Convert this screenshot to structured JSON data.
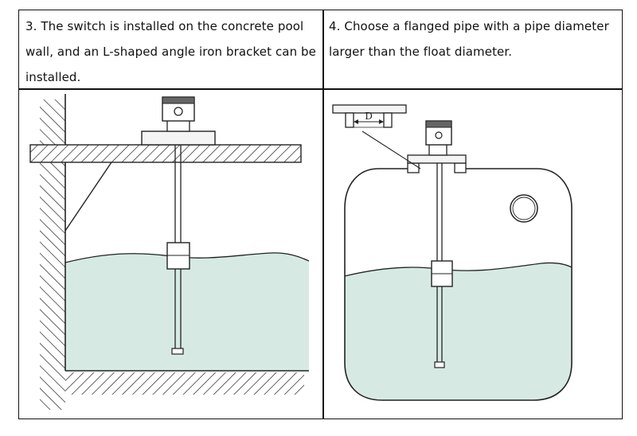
{
  "captions": {
    "step3": "3. The switch is installed on the concrete pool wall, and an L-shaped angle iron bracket can be installed.",
    "step4": "4. Choose a flanged pipe with a pipe diameter larger than the float diameter."
  },
  "labels": {
    "diameter": "D"
  },
  "colors": {
    "water": "#d6eae3",
    "line": "#222222",
    "border": "#111111"
  }
}
